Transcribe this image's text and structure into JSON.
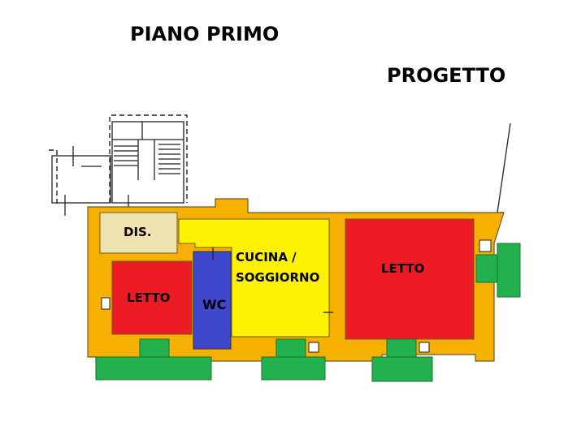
{
  "titles": {
    "floor": "PIANO PRIMO",
    "status": "PROGETTO"
  },
  "rooms": {
    "dis": "DIS.",
    "letto_small": "LETTO",
    "wc": "WC",
    "cucina_line1": "CUCINA /",
    "cucina_line2": "SOGGIORNO",
    "letto_large": "LETTO"
  },
  "colors": {
    "walls": "#f5b000",
    "letto": "#ed1c24",
    "wc": "#3f48cc",
    "cucina": "#fff200",
    "dis": "#efe4b0",
    "balcony": "#22b14c"
  }
}
